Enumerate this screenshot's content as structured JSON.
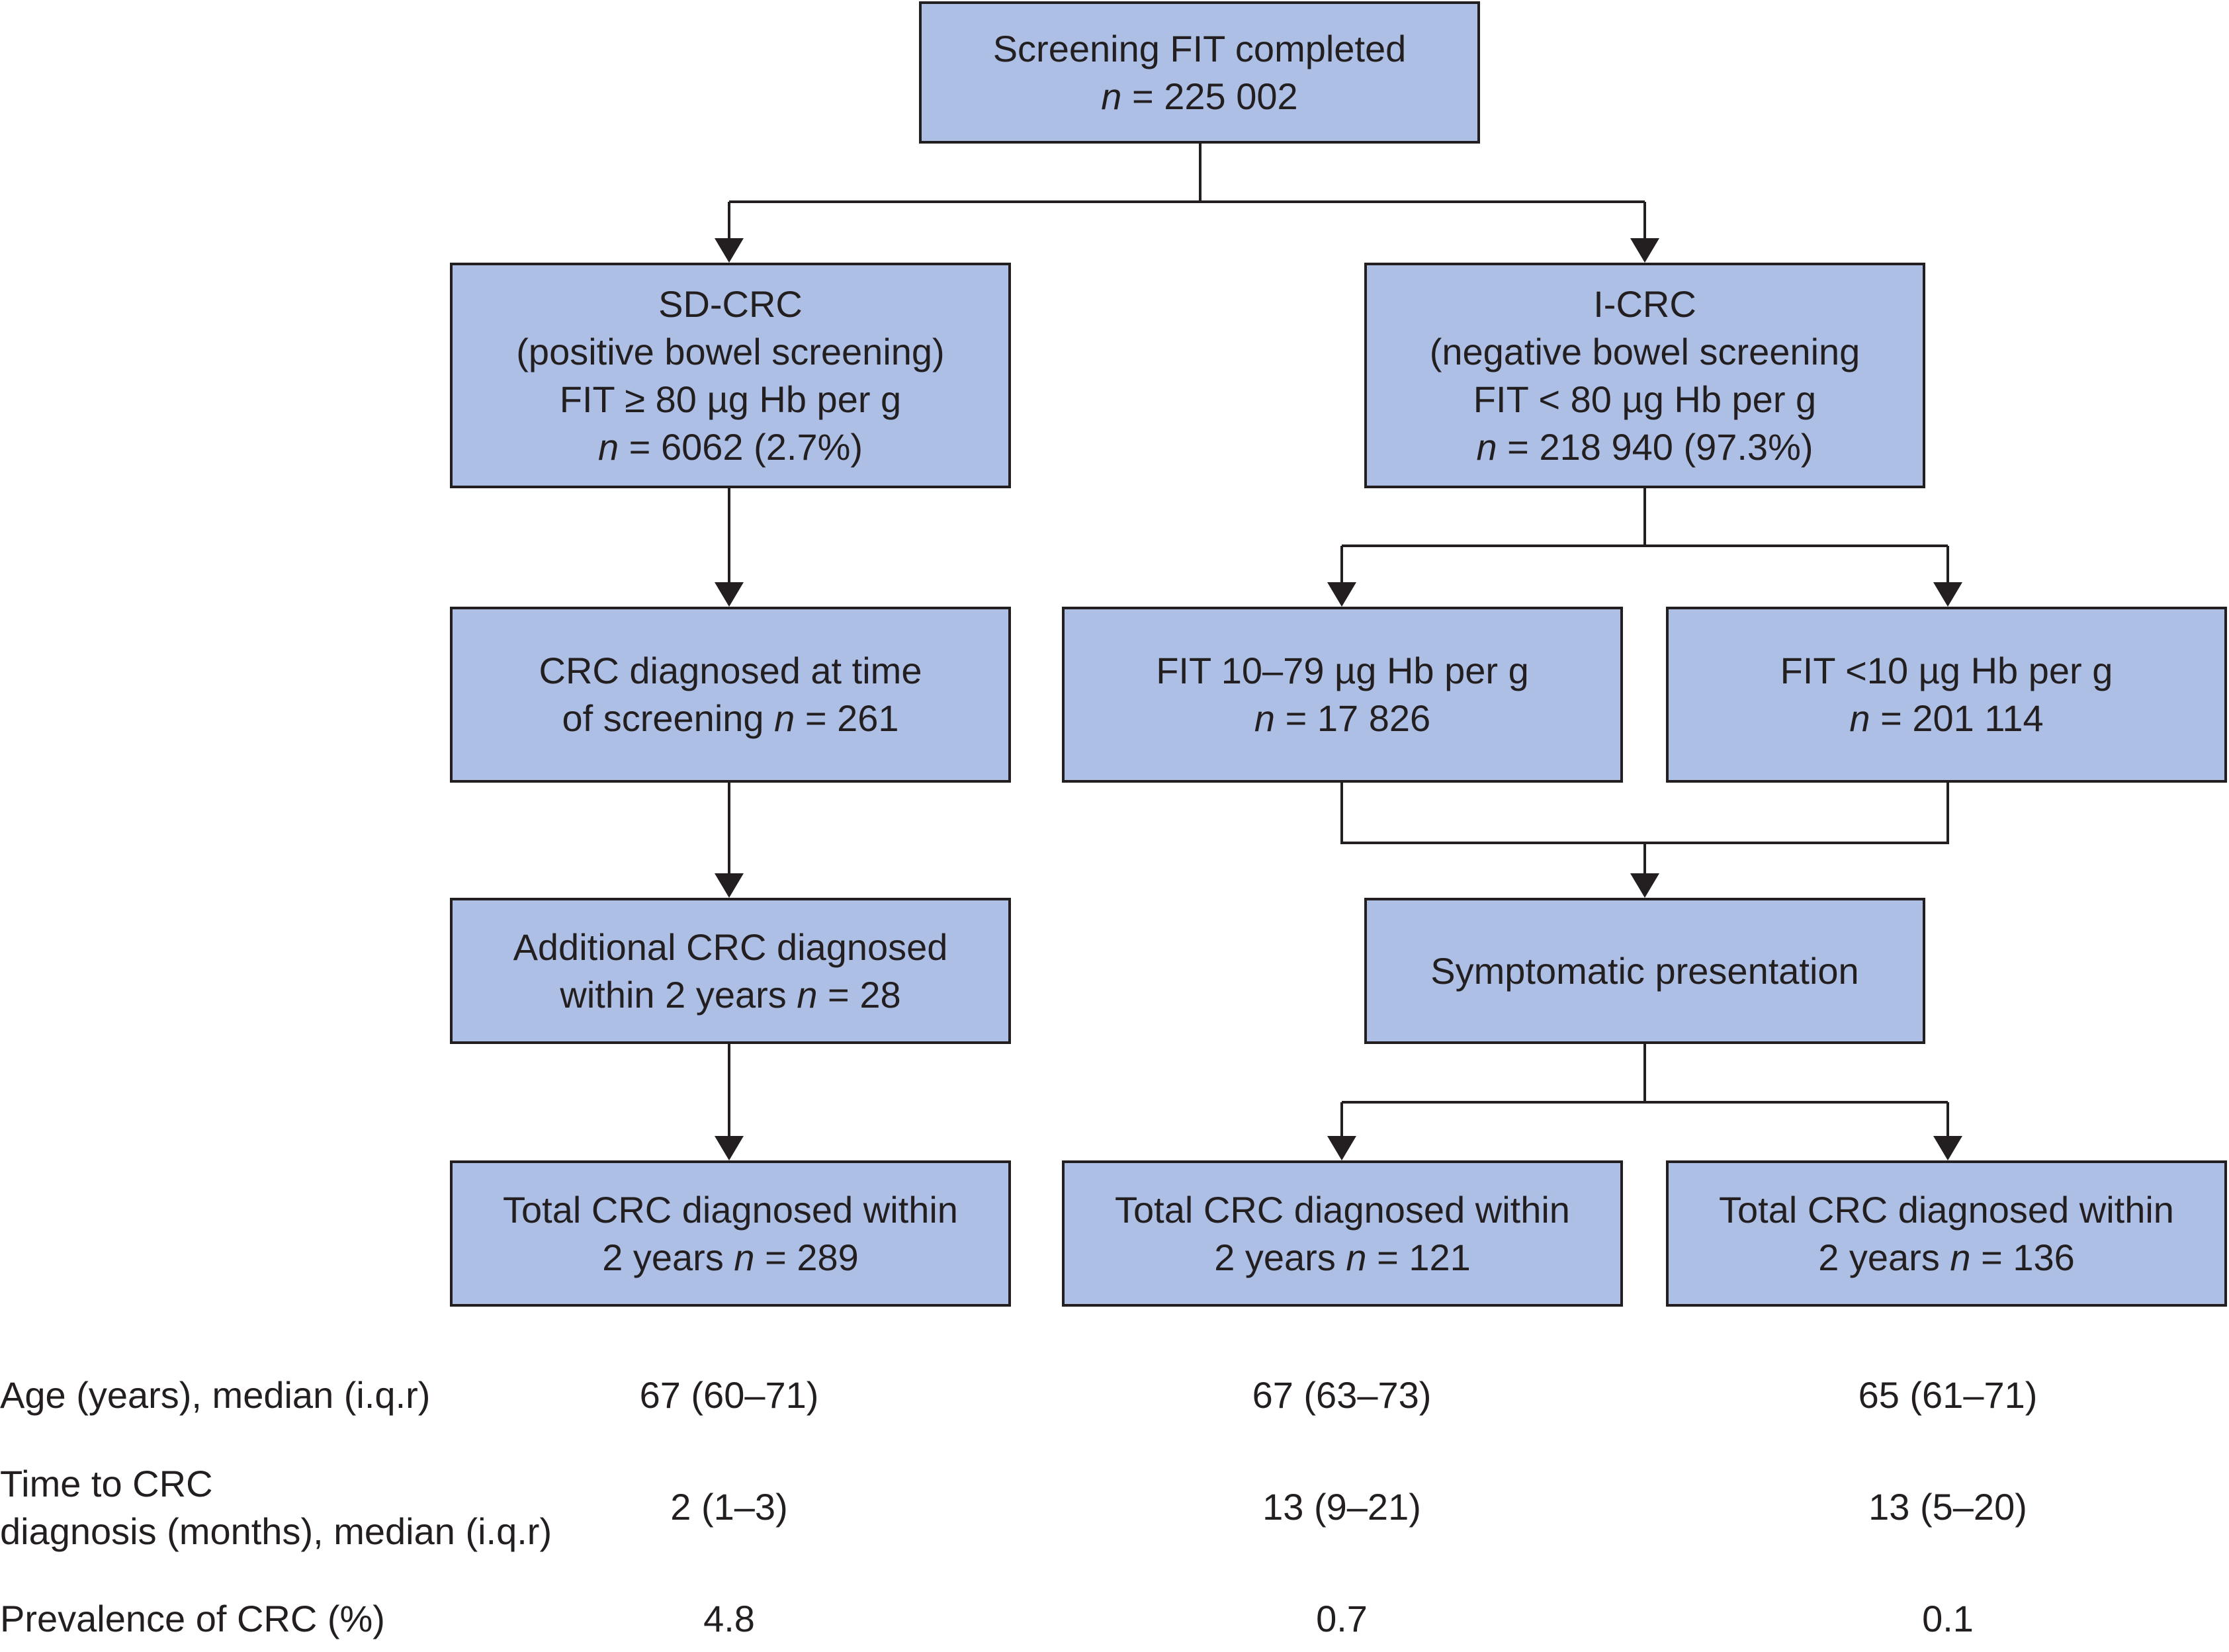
{
  "boxes": {
    "root": {
      "lines": [
        "Screening FIT completed"
      ],
      "n_prefix": "",
      "n_value": "225 002"
    },
    "sd_crc": {
      "lines": [
        "SD-CRC",
        "(positive bowel screening)",
        "FIT ≥ 80 µg Hb per g"
      ],
      "n_prefix": "",
      "n_value": "6062 (2.7%)"
    },
    "i_crc": {
      "lines": [
        "I-CRC",
        "(negative bowel screening",
        "FIT < 80 µg Hb per g"
      ],
      "n_prefix": "",
      "n_value": "218 940 (97.3%)"
    },
    "crc_at_screening": {
      "lines": [
        "CRC diagnosed at time"
      ],
      "n_prefix": "of screening ",
      "n_value": "261"
    },
    "fit_10_79": {
      "lines": [
        "FIT 10–79 µg Hb per g"
      ],
      "n_prefix": "",
      "n_value": "17 826"
    },
    "fit_lt_10": {
      "lines": [
        "FIT <10 µg Hb per g"
      ],
      "n_prefix": "",
      "n_value": "201 114"
    },
    "additional_crc": {
      "lines": [
        "Additional CRC diagnosed"
      ],
      "n_prefix": "within 2 years ",
      "n_value": "28"
    },
    "symptomatic": {
      "lines": [
        "Symptomatic presentation"
      ]
    },
    "total_sd": {
      "lines": [
        "Total CRC diagnosed within"
      ],
      "n_prefix": "2 years ",
      "n_value": "289"
    },
    "total_10_79": {
      "lines": [
        "Total CRC diagnosed within"
      ],
      "n_prefix": "2 years ",
      "n_value": "121"
    },
    "total_lt_10": {
      "lines": [
        "Total CRC diagnosed within"
      ],
      "n_prefix": "2 years ",
      "n_value": "136"
    }
  },
  "n_symbol": "n",
  "equals": " = ",
  "table": {
    "rows": [
      {
        "label_lines": [
          "Age (years), median (i.q.r)"
        ],
        "values": [
          "67 (60–71)",
          "67 (63–73)",
          "65 (61–71)"
        ]
      },
      {
        "label_lines": [
          "Time to CRC",
          "diagnosis (months), median (i.q.r)"
        ],
        "values": [
          "2 (1–3)",
          "13 (9–21)",
          "13 (5–20)"
        ]
      },
      {
        "label_lines": [
          "Prevalence of CRC (%)"
        ],
        "values": [
          "4.8",
          "0.7",
          "0.1"
        ]
      }
    ]
  }
}
